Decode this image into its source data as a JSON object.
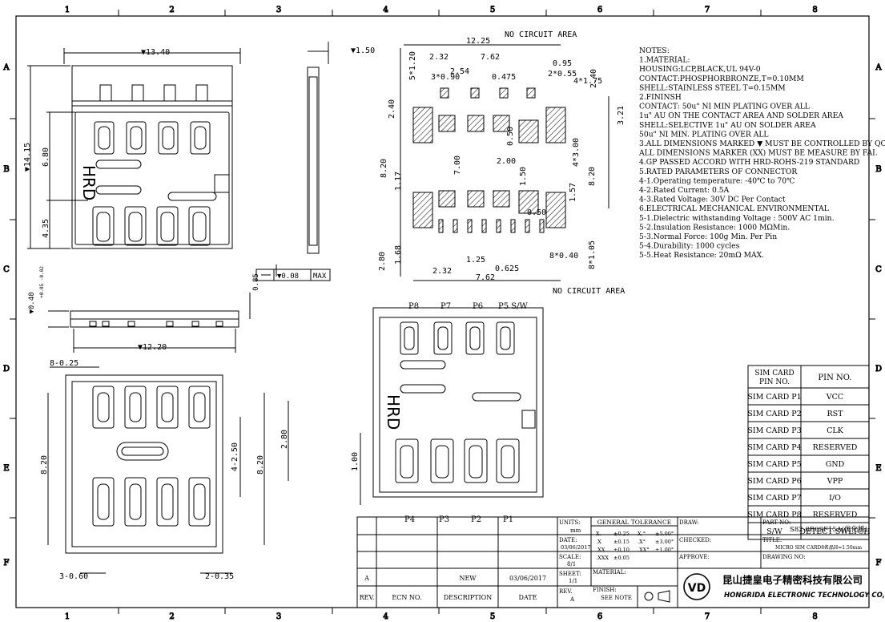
{
  "grid": {
    "cols": [
      "1",
      "2",
      "3",
      "4",
      "5",
      "6",
      "7",
      "8"
    ],
    "rows": [
      "A",
      "B",
      "C",
      "D",
      "E",
      "F"
    ]
  },
  "dims": {
    "top_width": "▼13.40",
    "side_thickness": "▼1.50",
    "height_total": "▼14.15",
    "h_680": "6.80",
    "h_435": "4.35",
    "flatness": "▼0.08",
    "flatness_max": "MAX",
    "front_085": "0.85",
    "front_040": "▼0.40",
    "front_tol": "+0.05 -0.02",
    "front_width": "▼12.20",
    "bottom_pitch": "8-0.25",
    "bottom_250": "4-2.50",
    "bottom_820a": "8.20",
    "bottom_820b": "8.20",
    "bottom_280": "2.80",
    "bottom_060": "3-0.60",
    "bottom_035": "2-0.35",
    "rside_100": "1.00"
  },
  "pcb": {
    "w1225": "12.25",
    "w232": "2.32",
    "w762": "7.62",
    "w254": "2.54",
    "w095": "0.95",
    "w055": "2*0.55",
    "w090": "3*0.90",
    "w0475": "0.475",
    "w175": "4*1.75",
    "h120": "5*1.20",
    "h240a": "2.40",
    "h240b": "2.40",
    "h321": "3.21",
    "h820a": "8.20",
    "h117": "1.17",
    "h700": "7.00",
    "h050": "0.50",
    "h200": "2.00",
    "h300": "4*3.00",
    "h820b": "8.20",
    "h150": "1.50",
    "h157": "1.57",
    "h050b": "0.50",
    "h280": "2.80",
    "h168": "1.68",
    "w125": "1.25",
    "w0625": "0.625",
    "w040": "8*0.40",
    "h105": "8*1.05",
    "b232": "2.32",
    "b762": "7.62",
    "no_circuit_top": "NO CIRCUIT AREA",
    "no_circuit_bottom": "NO CIRCUIT AREA"
  },
  "notes": [
    "NOTES:",
    "1.MATERIAL:",
    "   HOUSING:LCP,BLACK,UL 94V-0",
    "   CONTACT:PHOSPHORBRONZE,T=0.10MM",
    "   SHELL:STAINLESS STEEL T=0.15MM",
    "2.FININSH",
    "   CONTACT: 50u\" NI MIN PLATING OVER ALL",
    "        1u\" AU ON THE CONTACT AREA AND SOLDER AREA",
    "   SHELL:SELECTIVE  1u\" AU ON SOLDER AREA",
    "          50u\"  NI  MIN. PLATING OVER ALL",
    "3.ALL DIMENSIONS MARKED ▼ MUST BE CONTROLLED BY QC",
    "  ALL DIMENSIONS MARKER (XX) MUST BE MEASURE BY FAI.",
    "4.GP PASSED ACCORD WITH HRD-ROHS-219 STANDARD",
    "5.RATED PARAMETERS OF CONNECTOR",
    "  4-1.Operating temperature: -40℃  to 70℃",
    "  4-2.Rated Current: 0.5A",
    "  4-3.Rated Voltage: 30V DC Per Contact",
    "6.ELECTRICAL MECHANICAL ENVIRONMENTAL",
    "  5-1.Dielectric withstanding Voltage : 500V AC 1min.",
    "  5-2.Insulation Resistance: 1000 MΩMin.",
    "  5-3.Normal  Force: 100g  Min. Per Pin",
    "  5-4.Durability: 1000 cycles",
    "  5-5.Heat Resistance: 20mΩ  MAX."
  ],
  "pins_top": [
    "P8",
    "P7",
    "P6",
    "P5 S/W"
  ],
  "pins_bottom": [
    "P4",
    "P3",
    "P2",
    "P1"
  ],
  "hrd": "HRD",
  "pin_table": {
    "header": [
      "SIM CARD PIN NO.",
      "PIN NO."
    ],
    "rows": [
      [
        "SIM CARD P1",
        "VCC"
      ],
      [
        "SIM CARD P2",
        "RST"
      ],
      [
        "SIM CARD P3",
        "CLK"
      ],
      [
        "SIM CARD P4",
        "RESERVED"
      ],
      [
        "SIM CARD P5",
        "GND"
      ],
      [
        "SIM CARD P6",
        "VPP"
      ],
      [
        "SIM CARD P7",
        "I/O"
      ],
      [
        "SIM CARD P8",
        "RESERVED"
      ],
      [
        "S/W",
        "DETECT SWLTCH"
      ]
    ]
  },
  "title_block": {
    "rev_header": [
      "REV.",
      "ECN NO.",
      "DESCRIPTION",
      "DATE"
    ],
    "rev_row": [
      "A",
      "",
      "NEW",
      "03/06/2017"
    ],
    "units_label": "UNITS:",
    "units": "mm",
    "date_label": "DATE:",
    "date": "03/06/2017",
    "scale_label": "SCALE:",
    "scale": "8/1",
    "sheet_label": "SHEET:",
    "sheet": "1/1",
    "rev_label": "REV.",
    "rev": "A",
    "general_tolerance": "GENERAL TOLERANCE",
    "tol": [
      [
        "X.",
        "±0.25",
        "X.°",
        "±5.00°"
      ],
      [
        ".X",
        "±0.15",
        ".X°",
        "±3.00°"
      ],
      [
        ".XX",
        "±0.10",
        ".XX°",
        "±1.00°"
      ],
      [
        ".XXX",
        "±0.05",
        "",
        ""
      ]
    ],
    "material_label": "MATERIAL:",
    "finish_label": "FINISH:",
    "finish": "SEE NOTE",
    "draw_label": "DRAW:",
    "checked_label": "CHECKED:",
    "approve_label": "APPROVE:",
    "part_no_label": "PART NO:",
    "part_no": "S82-0B09F15A(优化版)",
    "title_label": "TITLE:",
    "title": "MICRO SIM CARD8名品H=1.50mm",
    "drawing_no_label": "DRAWING NO:",
    "company_cn": "昆山捷皇电子精密科技有限公司",
    "company_en": "HONGRIDA ELECTRONIC TECHNOLOGY CO,LTD.",
    "logo": "VD"
  }
}
